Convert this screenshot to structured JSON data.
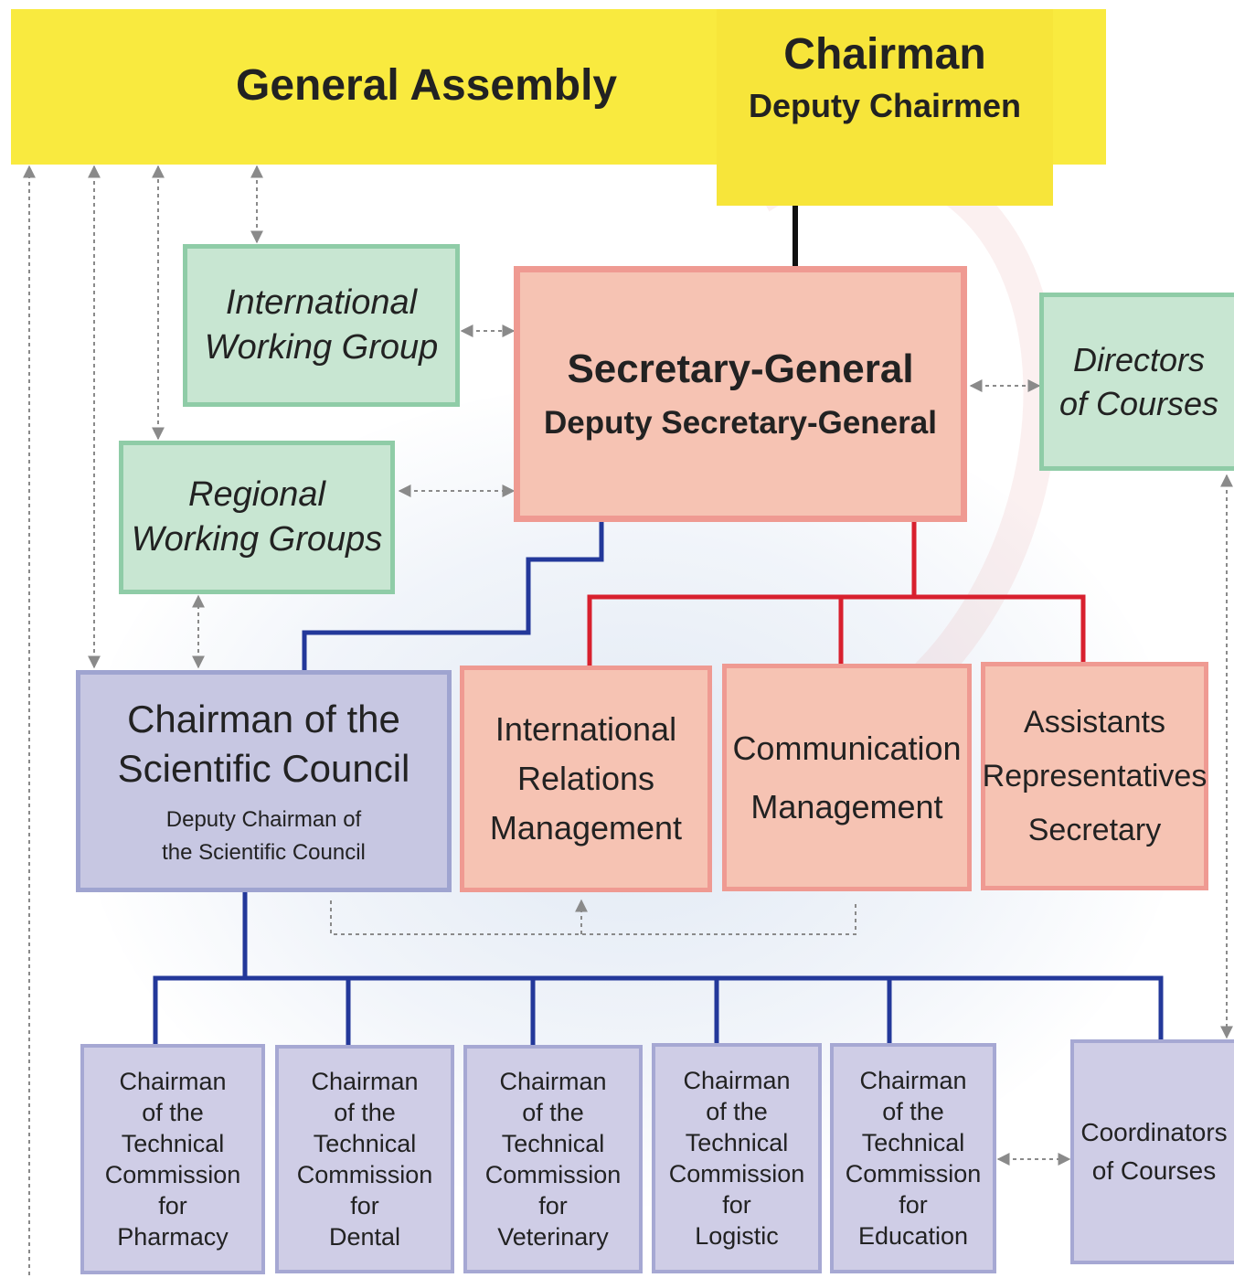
{
  "general_assembly": "General Assembly",
  "chairman": {
    "title": "Chairman",
    "subtitle": "Deputy Chairmen"
  },
  "international_working_group": [
    "International",
    "Working Group"
  ],
  "regional_working_groups": [
    "Regional",
    "Working Groups"
  ],
  "secretary_general": {
    "title": "Secretary-General",
    "subtitle": "Deputy Secretary-General"
  },
  "directors_of_courses": [
    "Directors",
    "of Courses"
  ],
  "scientific_council": {
    "title": [
      "Chairman of the",
      "Scientific Council"
    ],
    "subtitle": [
      "Deputy Chairman of",
      "the Scientific Council"
    ]
  },
  "international_relations": [
    "International",
    "Relations",
    "Management"
  ],
  "communication_management": [
    "Communication",
    "Management"
  ],
  "assistants": [
    "Assistants",
    "Representatives",
    "Secretary"
  ],
  "commissions": [
    {
      "lines": [
        "Chairman",
        "of the",
        "Technical",
        "Commission",
        "for",
        "Pharmacy"
      ]
    },
    {
      "lines": [
        "Chairman",
        "of the",
        "Technical",
        "Commission",
        "for",
        "Dental"
      ]
    },
    {
      "lines": [
        "Chairman",
        "of the",
        "Technical",
        "Commission",
        "for",
        "Veterinary"
      ]
    },
    {
      "lines": [
        "Chairman",
        "of the",
        "Technical",
        "Commission",
        "for",
        "Logistic"
      ]
    },
    {
      "lines": [
        "Chairman",
        "of the",
        "Technical",
        "Commission",
        "for",
        "Education"
      ]
    }
  ],
  "coordinators_of_courses": [
    "Coordinators",
    "of Courses"
  ],
  "colors": {
    "assembly_yellow": "#f9ea3f",
    "working_group_green": "#c8e6d2",
    "secretariat_salmon": "#f6c3b3",
    "council_purple": "#c7c7e2",
    "red_line": "#d8202e",
    "blue_line": "#23389a",
    "dashed_gray": "#8a8a8a"
  }
}
